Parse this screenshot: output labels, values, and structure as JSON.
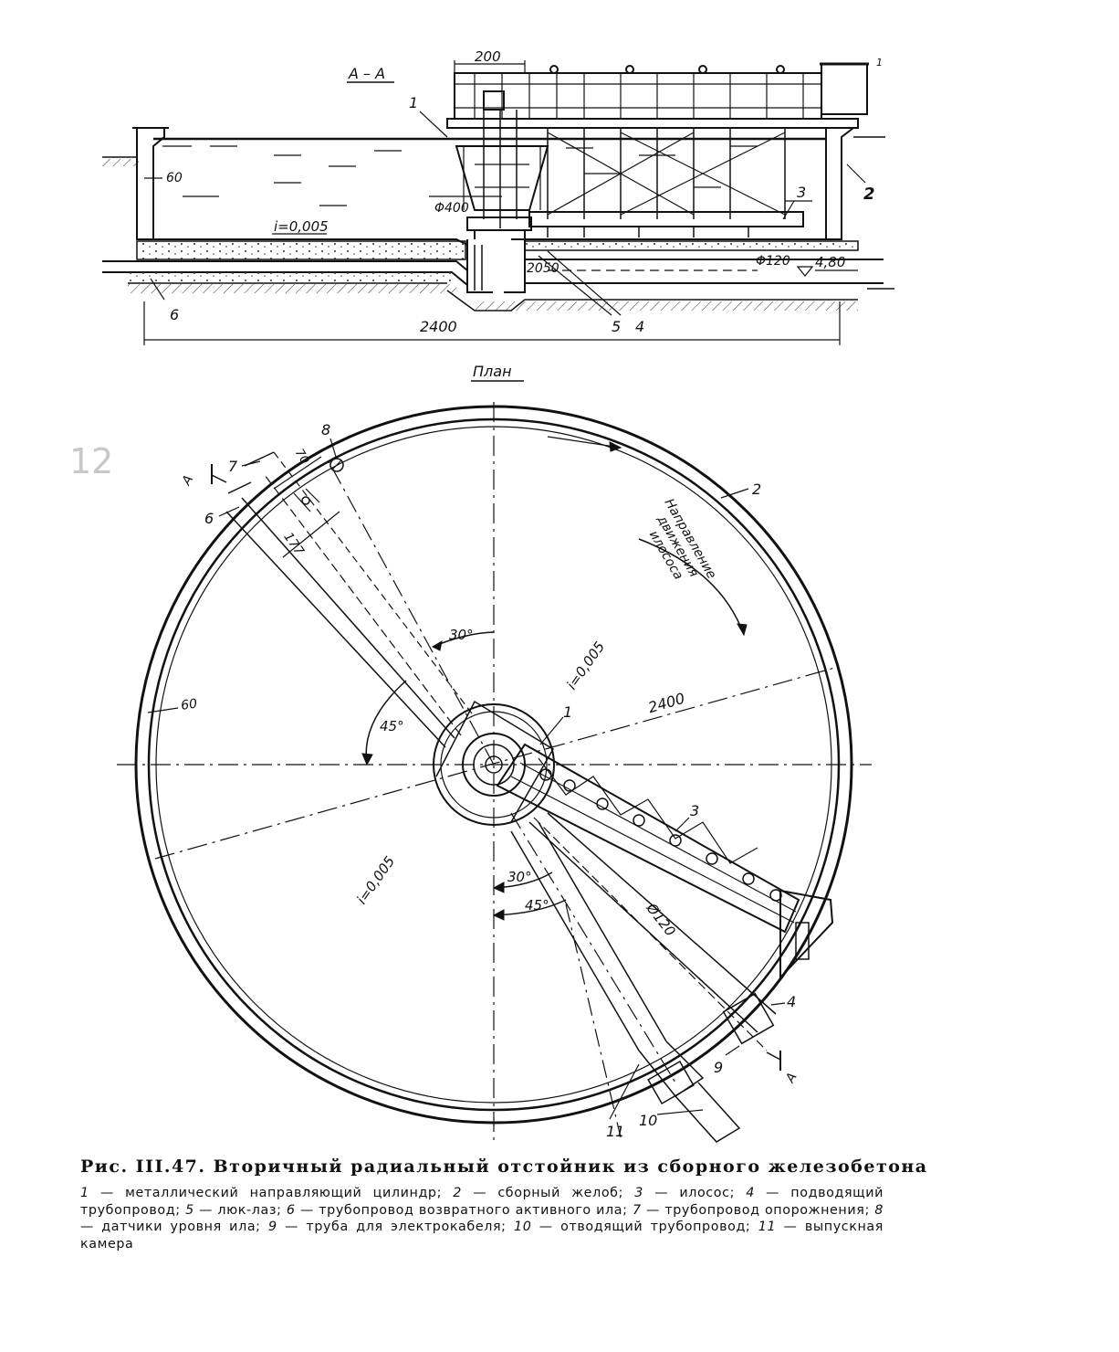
{
  "section": {
    "title": "А – А",
    "dimensions": {
      "top_width": "200",
      "wall": "60",
      "center_diameter": "Φ400",
      "slope": "i=0,005",
      "pipe_length": "2050",
      "pipe_diameter": "Φ120",
      "level": "4,80",
      "overall": "2400"
    },
    "callouts": [
      "1",
      "2",
      "3",
      "4",
      "5",
      "6",
      "1"
    ]
  },
  "plan": {
    "title": "План",
    "margin_mark": "12",
    "dimensions": {
      "d70": "70",
      "d177": "177",
      "angle_30_top": "30°",
      "angle_45_left": "45°",
      "wall": "60",
      "slope_top": "i=0,005",
      "slope_bottom": "i=0,005",
      "diameter": "2400",
      "angle_30_bottom": "30°",
      "angle_45_bottom": "45°",
      "pipe": "Ø120"
    },
    "rotation_label": [
      "Направление",
      "движения",
      "илососа"
    ],
    "section_marks": [
      "А",
      "А"
    ],
    "callouts": [
      "8",
      "7",
      "6",
      "2",
      "1",
      "3",
      "4",
      "9",
      "11",
      "10"
    ]
  },
  "caption": {
    "title": "Рис. III.47. Вторичный радиальный отстойник из сборного железобетона",
    "items": [
      {
        "num": "1",
        "text": "металлический направляющий цилиндр;"
      },
      {
        "num": "2",
        "text": "сборный желоб;"
      },
      {
        "num": "3",
        "text": "илосос;"
      },
      {
        "num": "4",
        "text": "подводящий трубопровод;"
      },
      {
        "num": "5",
        "text": "люк-лаз;"
      },
      {
        "num": "6",
        "text": "трубопровод возвратного активного ила;"
      },
      {
        "num": "7",
        "text": "трубопровод опорожнения;"
      },
      {
        "num": "8",
        "text": "датчики уровня ила;"
      },
      {
        "num": "9",
        "text": "труба для электрокабеля;"
      },
      {
        "num": "10",
        "text": "отводящий трубопровод;"
      },
      {
        "num": "11",
        "text": "выпускная камера"
      }
    ]
  }
}
